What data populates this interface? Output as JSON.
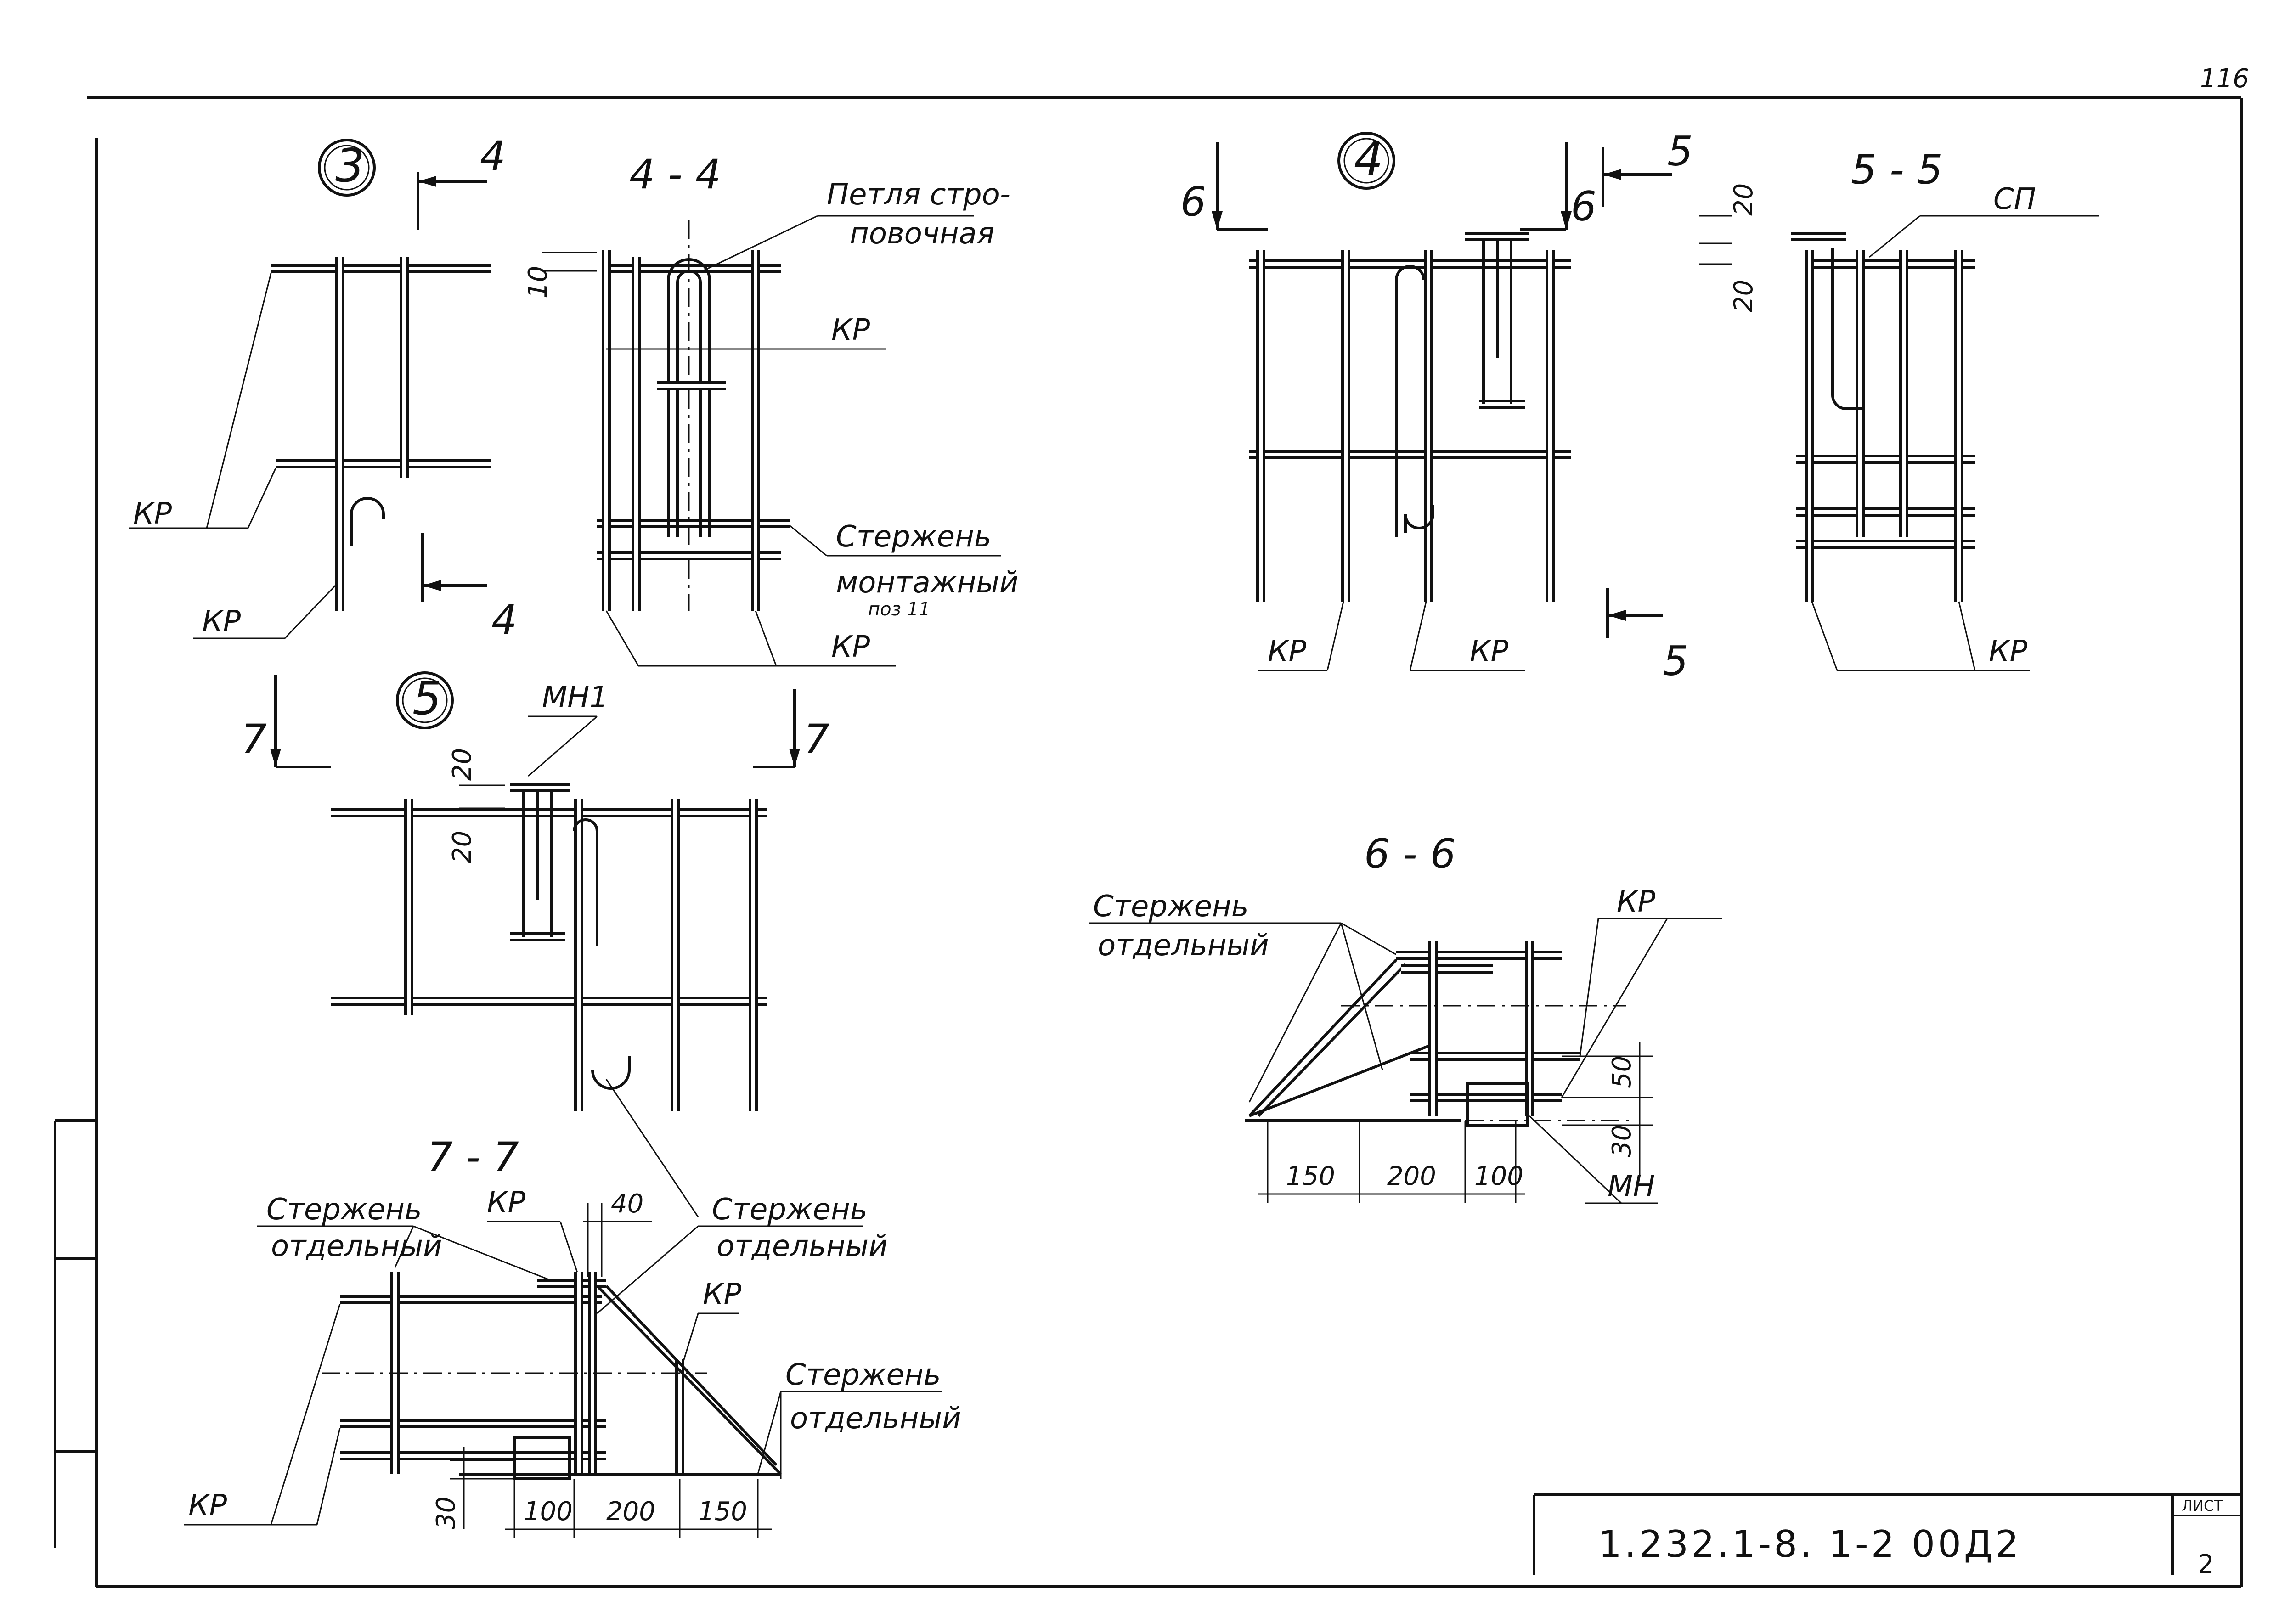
{
  "sheet": {
    "page_number": "116",
    "code": "1.232.1-8. 1-2  00Д2",
    "stamp_label": "ЛИСТ",
    "stamp_value": "2"
  },
  "views": {
    "node3": {
      "marker": "3",
      "section_tag_top": "4",
      "section_tag_bottom": "4",
      "labels": [
        "КР",
        "КР"
      ]
    },
    "sec44": {
      "title": "4 - 4",
      "dim_10": "10",
      "label_loop_1": "Петля стро-",
      "label_loop_2": "повочная",
      "label_kr_top": "КР",
      "label_rod_1": "Стержень",
      "label_rod_2": "монтажный",
      "label_rod_3": "поз 11",
      "label_kr_bottom": "КР"
    },
    "node4": {
      "marker": "4",
      "tag6_left": "6",
      "tag6_right": "6",
      "tag5_top": "5",
      "tag5_bottom": "5",
      "labels": [
        "КР",
        "КР"
      ]
    },
    "sec55": {
      "title": "5 - 5",
      "label_sp": "СП",
      "dim_a": "20",
      "dim_b": "20",
      "label_kr": "КР"
    },
    "node5": {
      "marker": "5",
      "tag7_left": "7",
      "tag7_right": "7",
      "label_mn1": "МН1",
      "dim_a": "20",
      "dim_b": "20"
    },
    "sec66": {
      "title": "6 - 6",
      "rod_1": "Стержень",
      "rod_2": "отдельный",
      "label_kr": "КР",
      "label_mn": "МН",
      "dim_50": "50",
      "dim_30": "30",
      "dims": [
        "150",
        "200",
        "100"
      ]
    },
    "sec77": {
      "title": "7 - 7",
      "rod_a1": "Стержень",
      "rod_a2": "отдельный",
      "label_kr_top": "КР",
      "dim_40": "40",
      "rod_b1": "Стержень",
      "rod_b2": "отдельный",
      "label_kr_mid": "КР",
      "rod_c1": "Стержень",
      "rod_c2": "отдельный",
      "label_kr_bottom": "КР",
      "dim_30": "30",
      "dims": [
        "100",
        "200",
        "150"
      ]
    }
  }
}
